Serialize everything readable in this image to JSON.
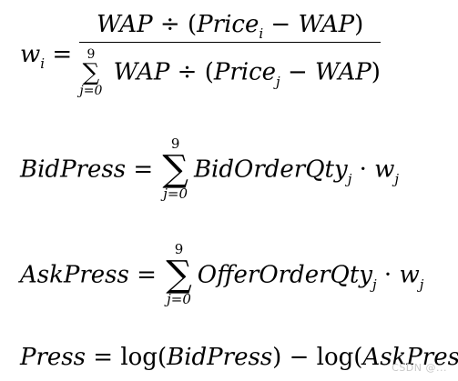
{
  "equations": {
    "weight": {
      "lhs": "w",
      "lhs_sub": "i",
      "eq": "=",
      "num": {
        "a": "WAP",
        "op": "÷",
        "lp": "(",
        "price": "Price",
        "price_sub": "i",
        "minus": "−",
        "b": "WAP",
        "rp": ")"
      },
      "den": {
        "sum_top": "9",
        "sum_sign": "∑",
        "sum_bot": "j=0",
        "a": "WAP",
        "op": "÷",
        "lp": "(",
        "price": "Price",
        "price_sub": "j",
        "minus": "−",
        "b": "WAP",
        "rp": ")"
      }
    },
    "bid": {
      "lhs": "BidPress",
      "eq": "=",
      "sum_top": "9",
      "sum_sign": "∑",
      "sum_bot": "j=0",
      "term": "BidOrderQty",
      "term_sub": "j",
      "dot": "·",
      "w": "w",
      "w_sub": "j"
    },
    "ask": {
      "lhs": "AskPress",
      "eq": "=",
      "sum_top": "9",
      "sum_sign": "∑",
      "sum_bot": "j=0",
      "term": "OfferOrderQty",
      "term_sub": "j",
      "dot": "·",
      "w": "w",
      "w_sub": "j"
    },
    "press": {
      "lhs": "Press",
      "eq": "=",
      "log1": "log",
      "arg1": "BidPress",
      "minus": "−",
      "log2": "log",
      "arg2": "AskPress"
    }
  },
  "watermark": "CSDN @..."
}
